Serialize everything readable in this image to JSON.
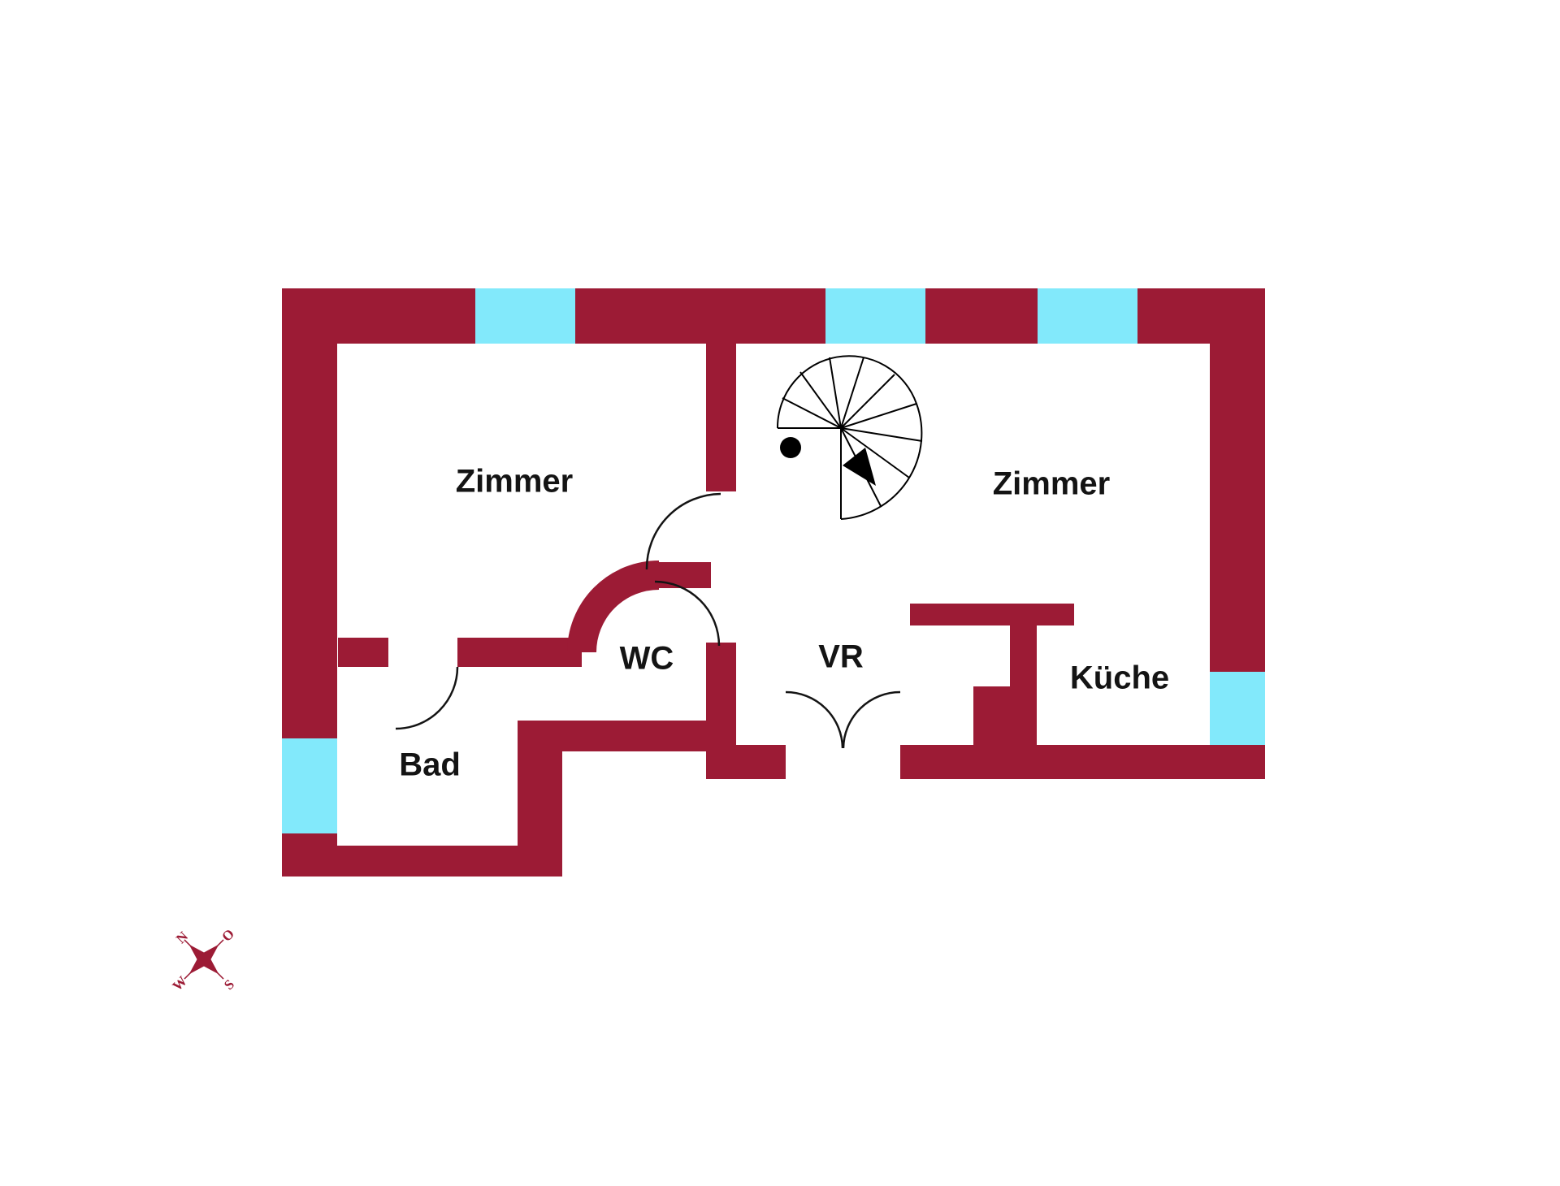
{
  "colors": {
    "wall": "#9c1b35",
    "window": "#82e9fb",
    "ink": "#141414",
    "stair": "#000000",
    "background": "#ffffff"
  },
  "rooms": [
    {
      "id": "zimmer-left",
      "label": "Zimmer"
    },
    {
      "id": "zimmer-right",
      "label": "Zimmer"
    },
    {
      "id": "wc",
      "label": "WC"
    },
    {
      "id": "vr",
      "label": "VR"
    },
    {
      "id": "kueche",
      "label": "Küche"
    },
    {
      "id": "bad",
      "label": "Bad"
    }
  ],
  "compass": {
    "north": "N",
    "east": "O",
    "south": "S",
    "west": "W"
  }
}
